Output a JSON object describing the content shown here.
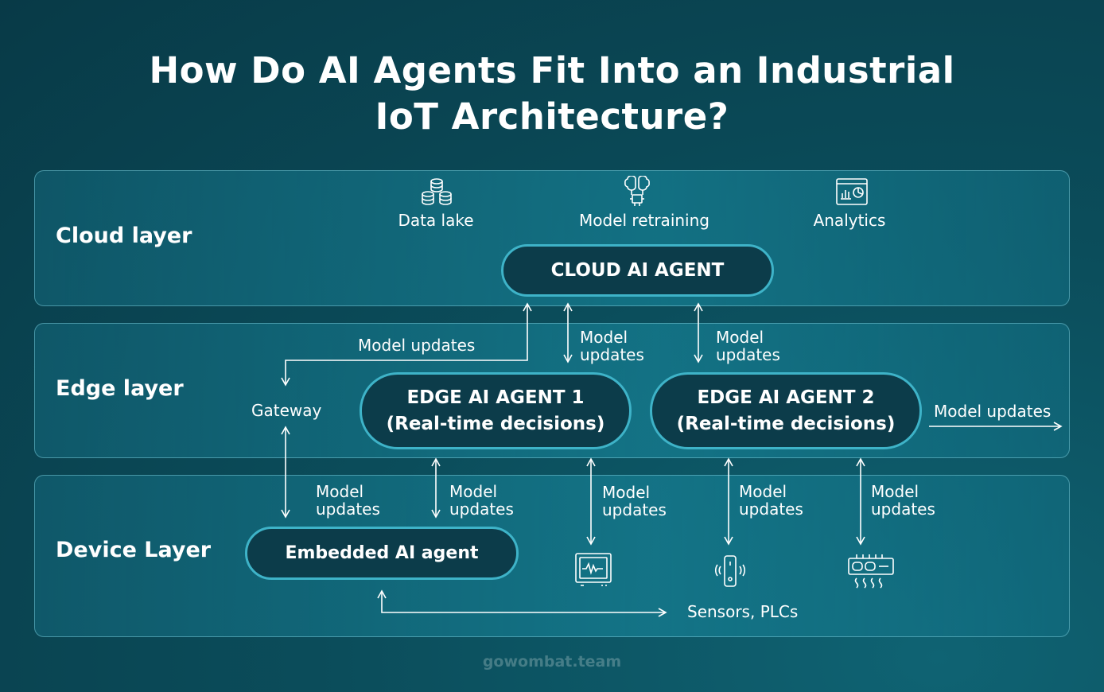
{
  "title_line1": "How Do AI Agents Fit Into an Industrial",
  "title_line2": "IoT Architecture?",
  "layers": {
    "cloud": "Cloud layer",
    "edge": "Edge layer",
    "device": "Device Layer"
  },
  "cloud": {
    "data_lake": "Data lake",
    "model_retraining": "Model retraining",
    "analytics": "Analytics",
    "agent": "CLOUD AI AGENT"
  },
  "edge": {
    "gateway": "Gateway",
    "agent1_line1": "EDGE AI AGENT 1",
    "agent1_line2": "(Real-time decisions)",
    "agent2_line1": "EDGE AI AGENT 2",
    "agent2_line2": "(Real-time decisions)",
    "gateway_updates": "Model updates",
    "outbound_updates": "Model updates"
  },
  "flow_labels": {
    "model": "Model",
    "updates": "updates"
  },
  "device": {
    "embedded_agent": "Embedded AI agent",
    "sensors": "Sensors, PLCs"
  },
  "icons": [
    "database-icon",
    "brain-chip-icon",
    "analytics-dashboard-icon",
    "monitor-waveform-icon",
    "sensor-icon",
    "plc-controller-icon"
  ],
  "footer": "gowombat.team",
  "colors": {
    "background": "#0b4d5b",
    "pill_fill": "#0c3c4a",
    "pill_border": "#3eb3c8"
  }
}
